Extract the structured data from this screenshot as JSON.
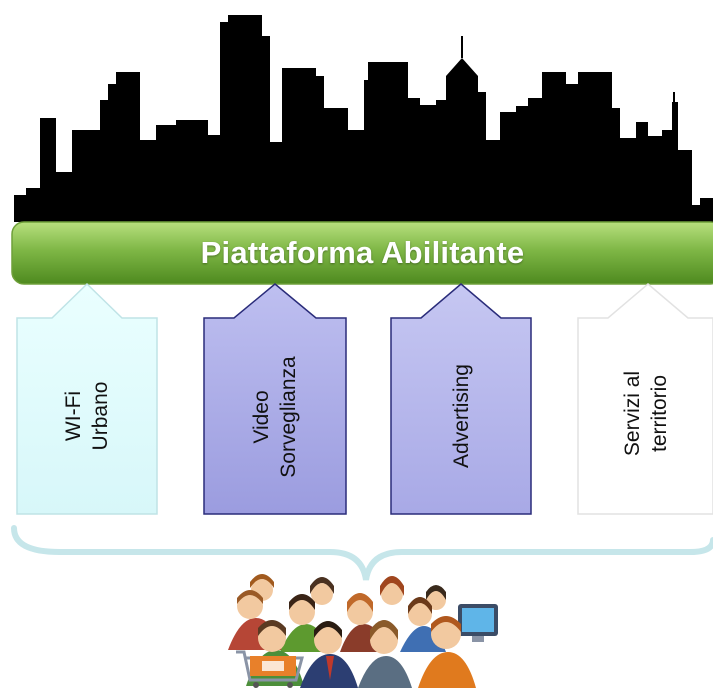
{
  "platform": {
    "label": "Piattaforma Abilitante"
  },
  "services": [
    {
      "line1": "WI-Fi",
      "line2": "Urbano"
    },
    {
      "line1": "Video",
      "line2": "Sorveglianza"
    },
    {
      "line1": "Advertising",
      "line2": ""
    },
    {
      "line1": "Servizi al",
      "line2": "territorio"
    }
  ],
  "colors": {
    "skyline": "#000000",
    "platform_top": "#a9d86f",
    "platform_bottom": "#4e8a1f",
    "wifi_fill": "#e3fdfd",
    "video_fill": "#a9aae6",
    "advertising_fill": "#b6b7ec",
    "services_fill": "#ffffff",
    "brace": "#c6e6ea"
  },
  "icons": {
    "users": "people-crowd-icon",
    "cart": "shopping-cart-icon",
    "monitor": "monitor-icon"
  }
}
